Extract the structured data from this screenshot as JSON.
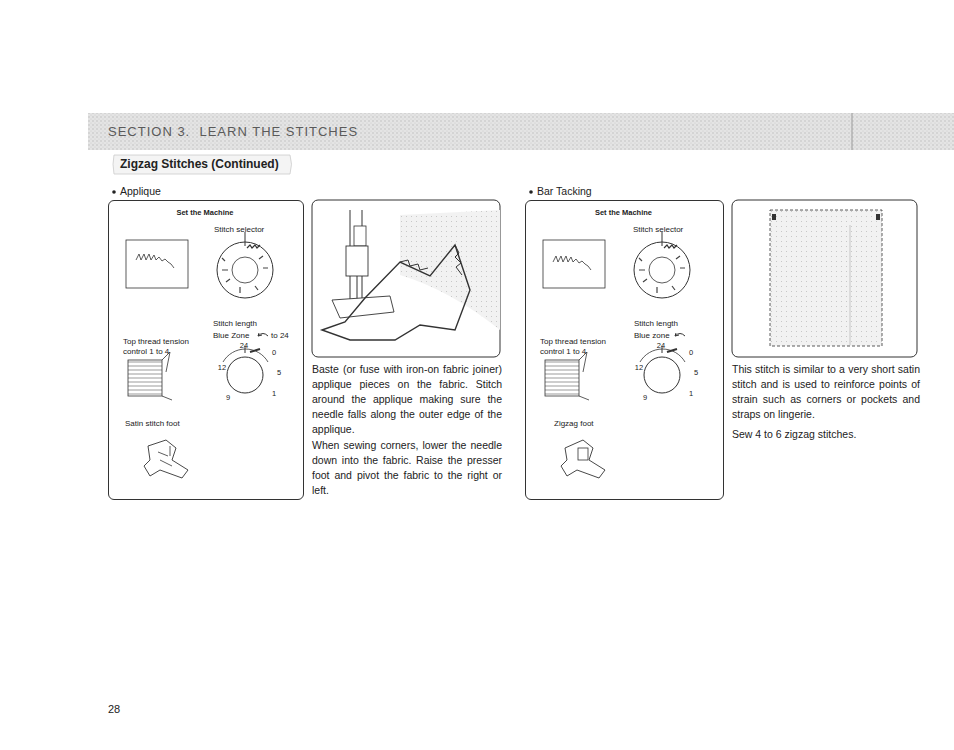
{
  "diagram": {
    "title": "Zigzag Stitches (Continued)",
    "nodes": [
      {
        "text": [
          "SECTION 3.  LEARN THE STITCHES"
        ]
      },
      {
        "text": [
          "Set the Machine",
          "Stitch selector",
          "Stitch length",
          "Blue Zone",
          "to 24",
          "Top thread tension control 1 to 4",
          "Satin stitch foot",
          "12",
          "24",
          "0",
          "5",
          "1",
          "9"
        ]
      },
      {
        "text": [
          "Set the Machine",
          "Stitch selector",
          "Stitch length",
          "Blue zone",
          "Top thread tension control 1 to 4",
          "Zigzag foot",
          "12",
          "24",
          "0",
          "5",
          "1",
          "9"
        ]
      }
    ],
    "labels": [
      "Applique",
      "Baste (or fuse with iron-on fabric joiner) applique pieces on the fabric. Stitch around the applique making sure the needle falls along the outer edge of the applique.",
      "When sewing corners, lower the needle down into the fabric. Raise the presser foot and pivot the fabric to the right or left.",
      "Bar Tacking",
      "This stitch is similar to a very short satin stitch and is used to reinforce points of strain such as corners or pockets and straps on lingerie.",
      "Sew 4 to 6 zigzag stitches.",
      "28"
    ]
  }
}
